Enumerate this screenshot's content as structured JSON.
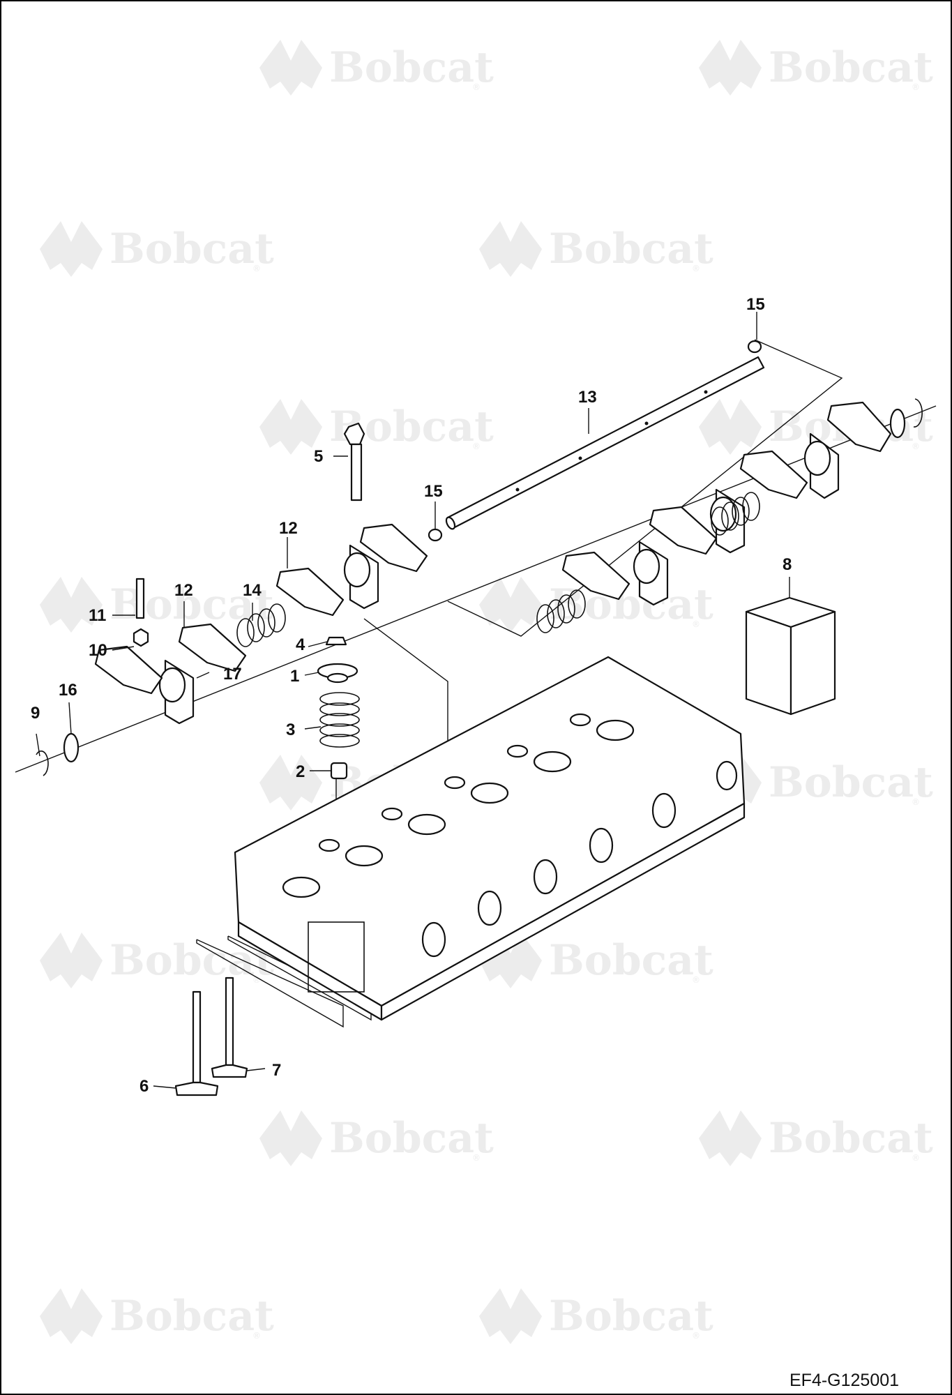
{
  "watermark": {
    "brand": "Bobcat",
    "reg_mark": "®"
  },
  "callouts": [
    "1",
    "2",
    "3",
    "4",
    "5",
    "6",
    "7",
    "8",
    "9",
    "10",
    "11",
    "12",
    "12",
    "13",
    "14",
    "15",
    "15",
    "16",
    "17"
  ],
  "drawing_code": "EF4-G125001"
}
